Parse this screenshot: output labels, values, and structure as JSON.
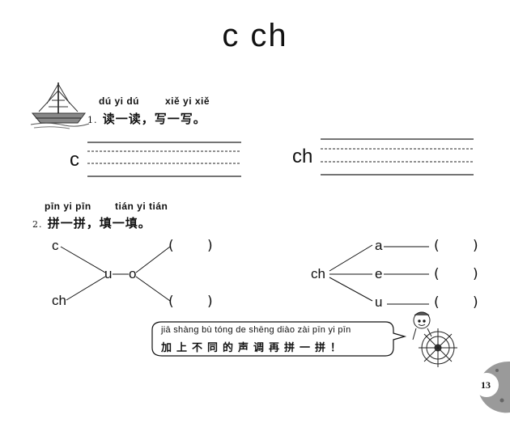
{
  "title": "c  ch",
  "exercise1": {
    "pinyin_a": "dú yi dú",
    "pinyin_b": "xiě yi xiě",
    "number": "1.",
    "text": "读一读，写一写。",
    "letter_left": "c",
    "letter_right": "ch"
  },
  "exercise2": {
    "pinyin_a": "pīn yi pīn",
    "pinyin_b": "tián yi tián",
    "number": "2.",
    "text": "拼一拼，填一填。",
    "left": {
      "top": "c",
      "bottom": "ch",
      "middle_u": "u",
      "middle_o": "o",
      "blank": "( )"
    },
    "right": {
      "initial": "ch",
      "finals": [
        "a",
        "e",
        "u"
      ],
      "blank": "( )"
    }
  },
  "bubble": {
    "pinyin": "jiā shàng bù tóng de shēng diào zài pīn yi pīn",
    "text": "加上不同的声调再拼一拼！"
  },
  "page_number": "13",
  "icons": [
    "sailboat-icon",
    "kid-steering-wheel-icon",
    "moon-icon"
  ]
}
